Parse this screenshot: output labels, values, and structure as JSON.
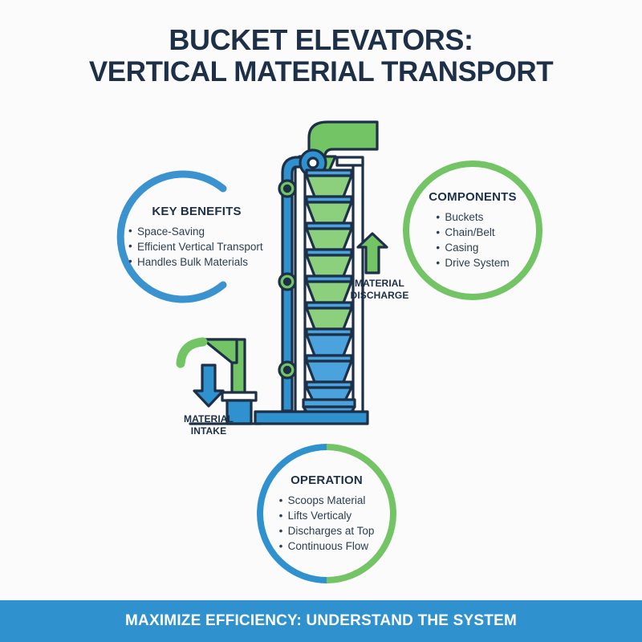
{
  "title": {
    "line1": "BUCKET ELEVATORS:",
    "line2": "VERTICAL MATERIAL TRANSPORT"
  },
  "cards": {
    "benefits": {
      "heading": "KEY BENEFITS",
      "items": [
        "Space-Saving",
        "Efficient Vertical Transport",
        "Handles Bulk Materials"
      ],
      "ring_style": "open-arc",
      "ring_color": "#3a92cf"
    },
    "components": {
      "heading": "COMPONENTS",
      "items": [
        "Buckets",
        "Chain/Belt",
        "Casing",
        "Drive System"
      ],
      "ring_style": "full-circle",
      "ring_color": "#72c464"
    },
    "operation": {
      "heading": "OPERATION",
      "items": [
        "Scoops Material",
        "Lifts Verticaly",
        "Discharges at Top",
        "Continuous Flow"
      ],
      "ring_style": "half-blue-half-green",
      "ring_color_left": "#2f92ce",
      "ring_color_right": "#72c464"
    }
  },
  "labels": {
    "discharge": "MATERIAL\nDISCHARGE",
    "intake": "MATERIAL\nINTAKE"
  },
  "footer": {
    "text": "MAXIMIZE EFFICIENCY: UNDERSTAND THE SYSTEM"
  },
  "diagram": {
    "name": "bucket-elevator-cutaway",
    "buckets_full_count": 6,
    "buckets_empty_count": 4,
    "roller_count": 3,
    "discharge_arrow_direction": "up",
    "intake_arrow_direction": "down"
  },
  "colors": {
    "background": "#fbfbfc",
    "ink": "#1d3047",
    "body_text": "#2c3e50",
    "blue": "#2f92ce",
    "blue_light": "#4aa3dc",
    "blue_arc": "#3a92cf",
    "green": "#72c464",
    "green_light": "#8ccf7c",
    "outline": "#1d3047",
    "white": "#ffffff"
  }
}
